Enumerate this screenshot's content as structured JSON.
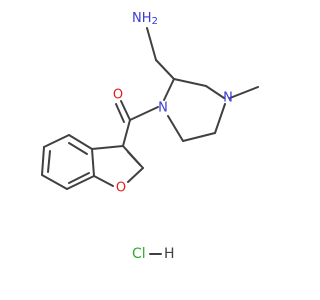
{
  "molecule": {
    "atoms": {
      "amine_group": "NH2",
      "hydrogen_sub": "H",
      "nitrogen_sub": "2",
      "carbonyl_oxygen": "O",
      "piperazine_n1": "N",
      "piperazine_n4": "N",
      "furan_oxygen": "O"
    },
    "salt": {
      "text": "Cl—H"
    }
  },
  "colors": {
    "bond": "#404040",
    "nitrogen": "#3b3bd6",
    "oxygen": "#e02020",
    "chlorine": "#2eab2e",
    "hydrogen": "#404040"
  }
}
